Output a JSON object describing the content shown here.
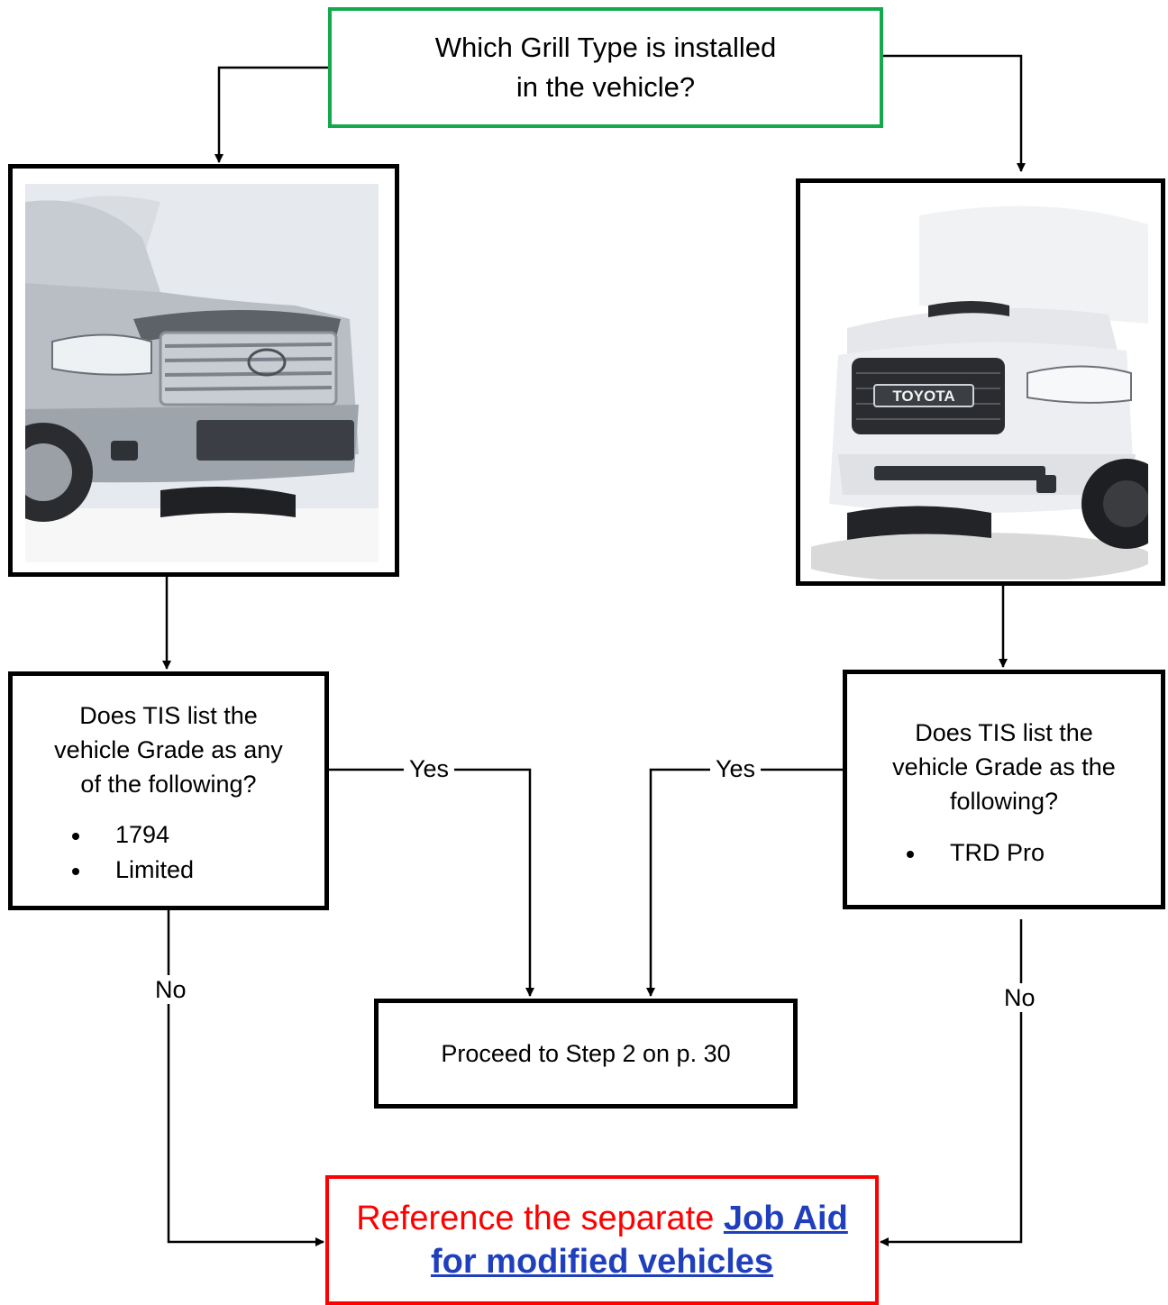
{
  "question": {
    "line1": "Which Grill Type is installed",
    "line2": "in the vehicle?"
  },
  "left_branch": {
    "photo_icon": "silver-truck-chrome-grille",
    "grade_question_lines": [
      "Does TIS list the",
      "vehicle Grade as any",
      "of the following?"
    ],
    "grades": [
      "1794",
      "Limited"
    ],
    "yes_label": "Yes",
    "no_label": "No"
  },
  "right_branch": {
    "photo_icon": "white-truck-toyota-grille",
    "badge_text": "TOYOTA",
    "grade_question_lines": [
      "Does TIS list the",
      "vehicle Grade as the",
      "following?"
    ],
    "grades": [
      "TRD Pro"
    ],
    "yes_label": "Yes",
    "no_label": "No"
  },
  "proceed": {
    "text": "Proceed to Step 2 on p. 30"
  },
  "job_aid": {
    "prefix": "Reference the separate ",
    "link_line1": "Job Aid",
    "link_line2": "for modified vehicles"
  },
  "colors": {
    "question_border": "#13a94c",
    "job_aid_border": "#ff0000",
    "job_aid_text": "#ff0000",
    "link": "#1f3fbd"
  }
}
